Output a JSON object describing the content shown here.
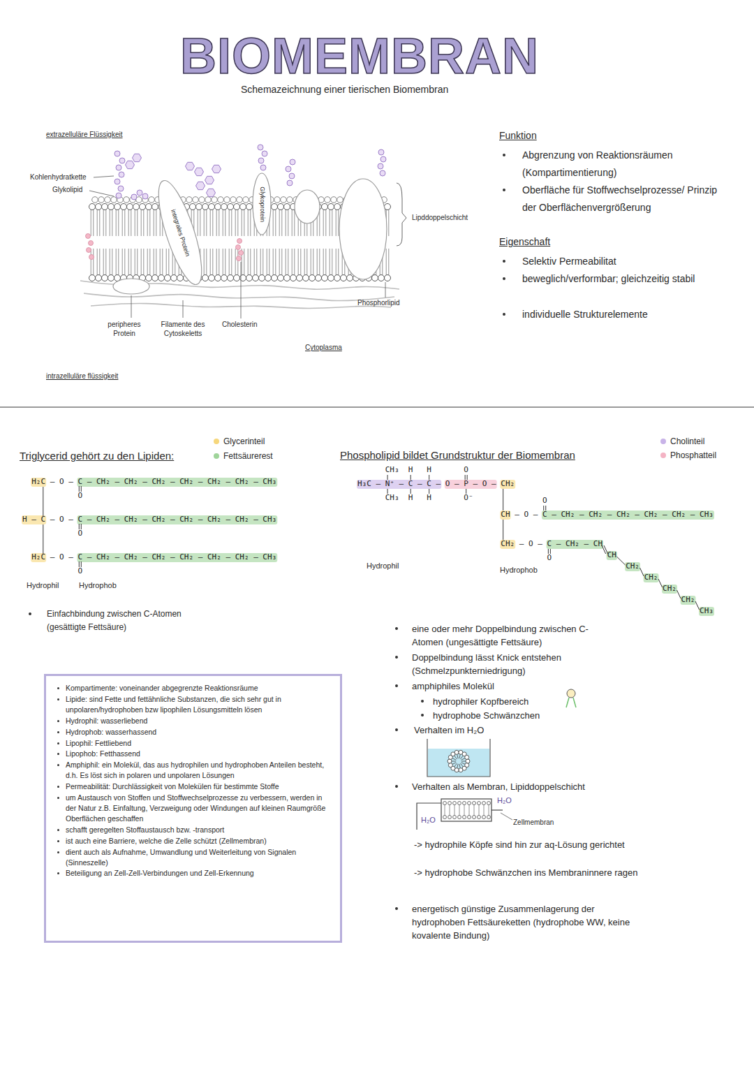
{
  "diagram": {
    "title": "BIOMEMBRAN",
    "nodes": [
      {
        "text": [
          "Kompartimente: voneinander abgegrenzte Reaktionsräume",
          "Lipide: sind Fette und fettähnliche Substanzen, die sich sehr gut in unpolaren/hydrophoben bzw lipophilen Lösungsmitteln lösen",
          "Hydrophil: wasserliebend",
          "Hydrophob: wasserhassend",
          "Lipophil: Fettliebend",
          "Lipophob: Fetthassend",
          "Amphiphil: ein Molekül, das aus hydrophilen und hydrophoben Anteilen besteht, d.h. Es löst sich in polaren und unpolaren Lösungen",
          "Permeabilität: Durchlässigkeit von Molekülen für bestimmte Stoffe",
          "um Austausch von Stoffen und Stoffwechselprozesse zu verbessern, werden in der Natur z.B. Einfaltung, Verzweigung oder Windungen auf kleinen Raumgröße Oberflächen geschaffen",
          "schafft geregelten Stoffaustausch bzw. -transport",
          "ist auch eine Barriere, welche die Zelle schützt (Zellmembran)",
          "dient auch als Aufnahme, Umwandlung und Weiterleitung von Signalen (Sinneszelle)",
          "Beteiligung an Zell-Zell-Verbindungen und Zell-Erkennung"
        ]
      }
    ],
    "labels": [
      "Schemazeichnung einer tierischen Biomembran",
      "extrazelluläre Flüssigkeit",
      "Kohlenhydratkette",
      "Glykolipid",
      "integrales Protein",
      "Glykoprotein",
      "Lipddoppelschicht",
      "Phosphorlipid",
      "peripheres Protein",
      "Filamente des Cytoskeletts",
      "Cholesterin",
      "Cytoplasma",
      "intrazelluläre flüssigkeit",
      "Funktion",
      "Abgrenzung von Reaktionsräumen (Kompartimentierung)",
      "Oberfläche für Stoffwechselprozesse/ Prinzip der Oberflächenvergrößerung",
      "Eigenschaft",
      "Selektiv Permeabilitat",
      "beweglich/verformbar; gleichzeitig stabil",
      "individuelle Strukturelemente",
      "Triglycerid gehört zu den Lipiden:",
      "H₂C",
      "H – C",
      "H₂C",
      "– O –",
      "– O –",
      "– O –",
      "C – CH₂ – CH₂ – CH₂ – CH₂ – CH₂ – CH₂ – CH₃",
      "C – CH₂ – CH₂ – CH₂ – CH₂ – CH₂ – CH₂ – CH₃",
      "C – CH₂ – CH₂ – CH₂ – CH₂ – CH₂ – CH₂ – CH₃",
      "O",
      "O",
      "O",
      "Hydrophil",
      "Hydrophob",
      "Einfachbindung zwischen C-Atomen (gesättigte Fettsäure)",
      "Phospholipid bildet Grundstruktur der Biomembran",
      "H₃C – N⁺ – C – C –",
      "O – P – O –",
      "CH₂",
      "CH₃",
      "CH₃",
      "H",
      "H",
      "H",
      "H",
      "O",
      "O⁻",
      "CH",
      "CH₂",
      "– O –",
      "C – CH₂ – CH₂ – CH₂ – CH₂ – CH₂ – CH₃",
      "O",
      "– O –",
      "C – CH₂ – CH",
      "O",
      "CH",
      "CH₂",
      "CH₂",
      "CH₂",
      "CH₂",
      "CH₃",
      "Hydrophil",
      "Hydrophob",
      "eine oder mehr Doppelbindung zwischen C-Atomen (ungesättigte Fettsäure)",
      "Doppelbindung lässt Knick entstehen (Schmelzpunkterniedrigung)",
      "amphiphiles Molekül",
      "hydrophiler Kopfbereich",
      "hydrophobe Schwänzchen",
      "Verhalten im H₂O",
      "Verhalten als Membran, Lipiddoppelschicht",
      "H₂O",
      "H₂O",
      "Zellmembran",
      "-> hydrophile Köpfe sind hin zur aq-Lösung gerichtet",
      "-> hydrophobe Schwänzchen ins Membraninnere ragen",
      "energetisch günstige Zusammenlagerung der hydrophoben Fettsäureketten (hydrophobe WW, keine kovalente Bindung)"
    ],
    "legend": [
      {
        "text": "Glycerinteil",
        "color": "#f6d77c"
      },
      {
        "text": "Fettsäurerest",
        "color": "#9fd49a"
      },
      {
        "text": "Cholinteil",
        "color": "#c8b3e8"
      },
      {
        "text": "Phosphatteil",
        "color": "#f4b3c4"
      }
    ]
  }
}
